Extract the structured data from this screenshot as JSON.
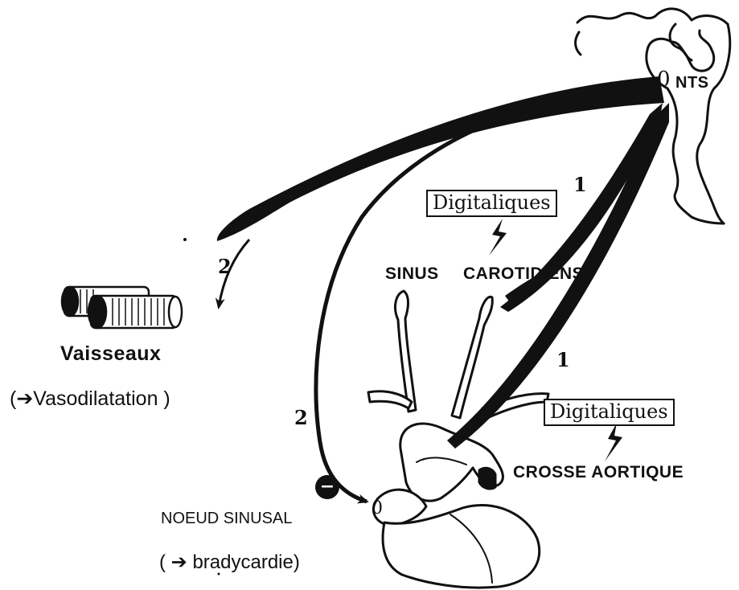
{
  "labels": {
    "nts": "NTS",
    "digitaliques_top": "Digitaliques",
    "digitaliques_bottom": "Digitaliques",
    "sinus": "SINUS",
    "carotidiens": "CAROTIDIENS",
    "vaisseaux": "Vaisseaux",
    "vasodilatation": "(➔Vasodilatation )",
    "crosse_aortique": "CROSSE AORTIQUE",
    "noeud_sinusal": "NOEUD SINUSAL",
    "bradycardie": "( ➔ bradycardie)",
    "nts_marker": "0",
    "node_marker": "0"
  },
  "path_numbers": {
    "afferent_carotid": "1",
    "afferent_aortic": "1",
    "efferent_vessels": "2",
    "efferent_heart": "2"
  },
  "signs": {
    "inhibition": "−"
  },
  "colors": {
    "ink": "#111111",
    "paper": "#ffffff"
  }
}
